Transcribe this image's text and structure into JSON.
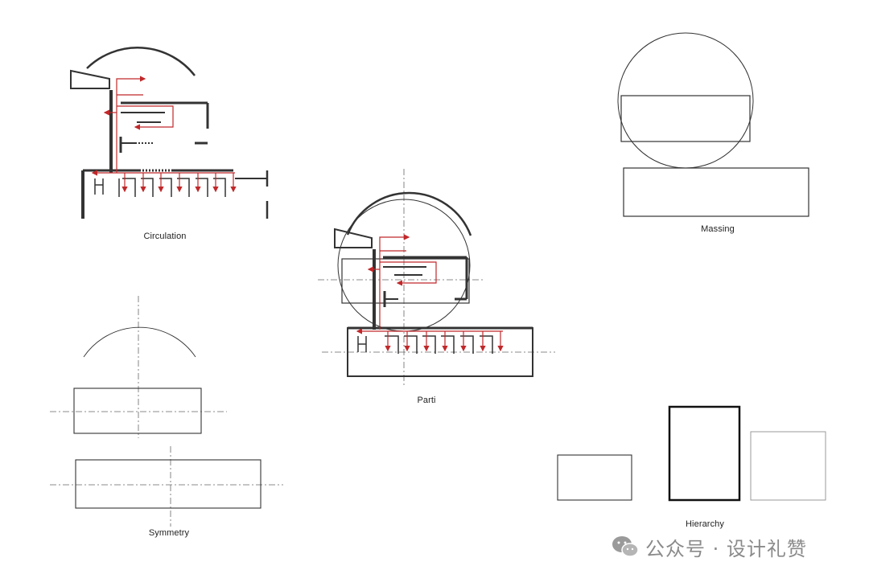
{
  "labels": {
    "circulation": "Circulation",
    "massing": "Massing",
    "parti": "Parti",
    "symmetry": "Symmetry",
    "hierarchy": "Hierarchy"
  },
  "watermark": {
    "text": "公众号 · 设计礼赞",
    "icon": "wechat-icon"
  },
  "colors": {
    "line": "#333333",
    "circulation_red": "#c0282a",
    "axis": "#666666"
  }
}
